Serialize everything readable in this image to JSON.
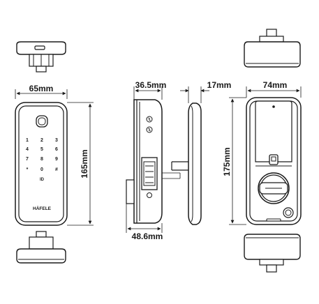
{
  "dimensions": {
    "front_width": "65mm",
    "front_height": "165mm",
    "side_depth": "36.5mm",
    "side_total_depth": "48.6mm",
    "back_plate_depth": "17mm",
    "back_width": "74mm",
    "back_height": "175mm"
  },
  "keypad": {
    "keys": [
      "1",
      "2",
      "3",
      "4",
      "5",
      "6",
      "7",
      "8",
      "9",
      "*",
      "0",
      "#"
    ],
    "special": "ID"
  },
  "brand": "HÄFELE"
}
